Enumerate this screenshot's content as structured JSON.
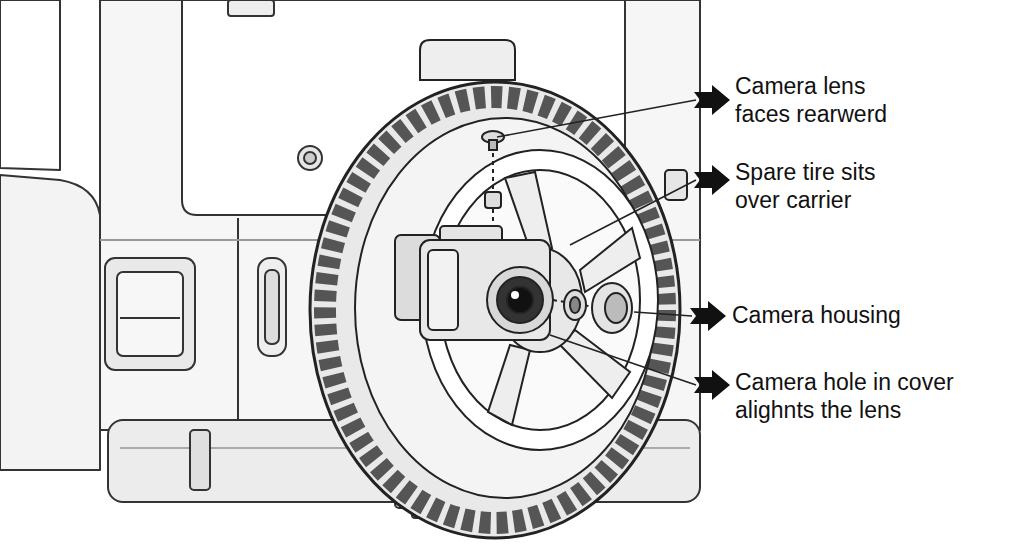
{
  "diagram": {
    "labels": [
      "Camera lens faces rearwerd",
      "Spare tire sits over carrier",
      "Camera housing",
      "Camera hole in cover alighnts the lens"
    ]
  }
}
